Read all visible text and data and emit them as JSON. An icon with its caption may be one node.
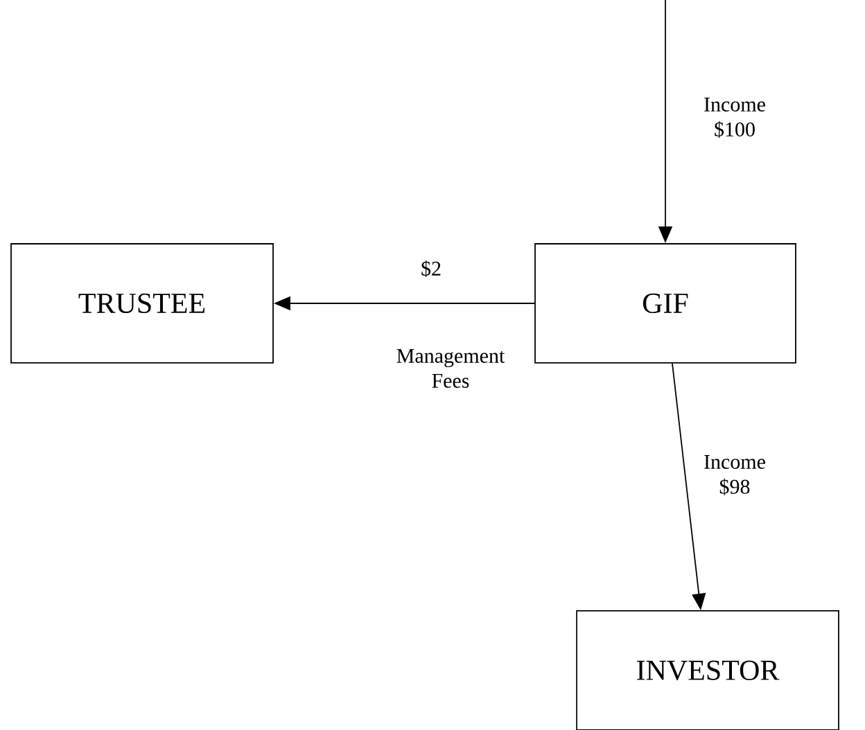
{
  "diagram": {
    "nodes": [
      {
        "text": [
          "TRUSTEE"
        ]
      },
      {
        "text": [
          "GIF"
        ]
      },
      {
        "text": [
          "INVESTOR"
        ]
      }
    ],
    "edges": [
      {
        "from": null,
        "to": 1,
        "arrow": "to",
        "label": "Income $100"
      },
      {
        "from": 1,
        "to": 0,
        "arrow": "to",
        "label": "$2"
      },
      {
        "from": 1,
        "to": 2,
        "arrow": "to",
        "label": "Income $98"
      }
    ],
    "labels": [
      "Management Fees"
    ]
  }
}
